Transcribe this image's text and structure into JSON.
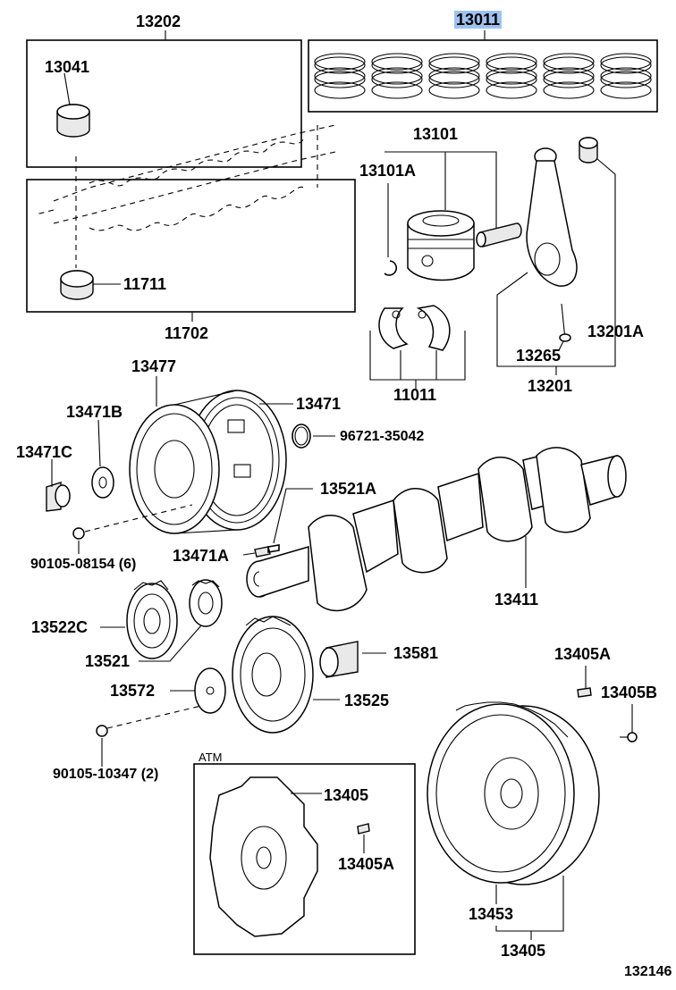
{
  "labels": {
    "p13202": "13202",
    "p13011": "13011",
    "p13041": "13041",
    "p13101": "13101",
    "p13101A": "13101A",
    "p11711": "11711",
    "p11702": "11702",
    "p11011": "11011",
    "p13265": "13265",
    "p13201A": "13201A",
    "p13201": "13201",
    "p13477": "13477",
    "p13471": "13471",
    "p13471B": "13471B",
    "p96721": "96721-35042",
    "p13471C": "13471C",
    "p13521A": "13521A",
    "p90105a": "90105-08154 (6)",
    "p13471A": "13471A",
    "p13522C": "13522C",
    "p13411": "13411",
    "p13521": "13521",
    "p13581": "13581",
    "p13405A_top": "13405A",
    "p13572": "13572",
    "p13525": "13525",
    "p13405B": "13405B",
    "p90105b": "90105-10347 (2)",
    "atm": "ATM",
    "p13405_atm": "13405",
    "p13405A_atm": "13405A",
    "p13453": "13453",
    "p13405": "13405",
    "figure_no": "132146"
  },
  "highlight_color": "#9ec3f0"
}
